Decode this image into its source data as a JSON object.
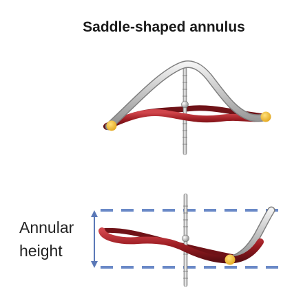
{
  "title": "Saddle-shaped annulus",
  "side_label": {
    "line1": "Annular",
    "line2": "height"
  },
  "colors": {
    "annulus_red": "#9b1c22",
    "rod_silver": "#b9b9b9",
    "marker_yellow": "#f2b92b",
    "dashed_line_blue": "#6a89c7",
    "arrow_blue": "#5a78b7"
  },
  "views": [
    "top-view",
    "side-view"
  ]
}
